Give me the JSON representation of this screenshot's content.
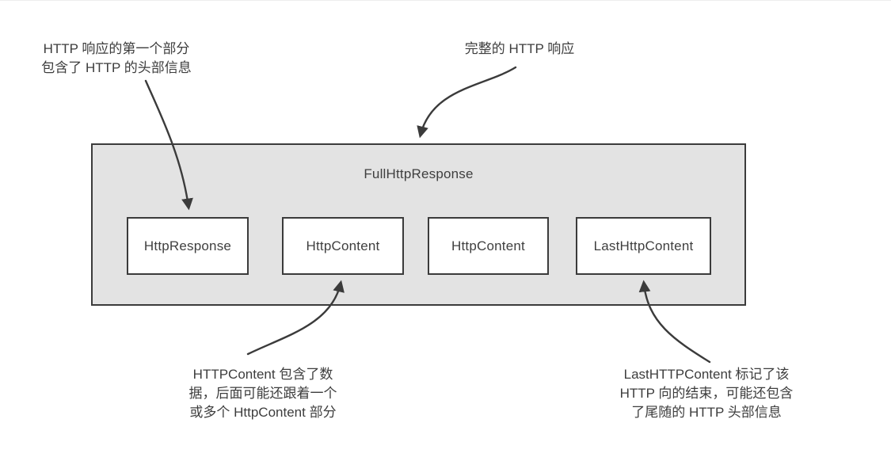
{
  "colors": {
    "canvas_bg": "#ffffff",
    "outer_box_fill": "#e3e3e3",
    "inner_box_fill": "#ffffff",
    "line_and_border": "#3b3b3b",
    "text": "#3f3f3f"
  },
  "diagram": {
    "outer_box": {
      "label": "FullHttpResponse"
    },
    "inner_boxes": [
      {
        "label": "HttpResponse"
      },
      {
        "label": "HttpContent"
      },
      {
        "label": "HttpContent"
      },
      {
        "label": "LastHttpContent"
      }
    ]
  },
  "annotations": {
    "top_left": {
      "lines": [
        "HTTP 响应的第一个部分",
        "包含了 HTTP 的头部信息"
      ]
    },
    "top_center": {
      "lines": [
        "完整的 HTTP 响应"
      ]
    },
    "bottom_left": {
      "lines": [
        "HTTPContent 包含了数",
        "据，后面可能还跟着一个",
        "或多个 HttpContent 部分"
      ]
    },
    "bottom_right": {
      "lines": [
        "LastHTTPContent 标记了该",
        "HTTP 向的结束，可能还包含",
        "了尾随的 HTTP 头部信息"
      ]
    }
  }
}
